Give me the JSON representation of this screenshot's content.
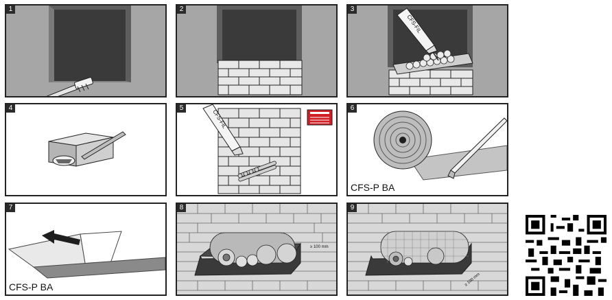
{
  "steps": [
    {
      "number": "1"
    },
    {
      "number": "2"
    },
    {
      "number": "3",
      "tube_label": "CFS-FIL"
    },
    {
      "number": "4"
    },
    {
      "number": "5",
      "tube_label": "CFS-FIL"
    },
    {
      "number": "6",
      "caption": "CFS-P BA"
    },
    {
      "number": "7",
      "caption": "CFS-P BA"
    },
    {
      "number": "8",
      "dimension": "≥ 100 mm"
    },
    {
      "number": "9",
      "dimension": "≥ 100 mm"
    }
  ],
  "colors": {
    "border": "#222222",
    "wall_gray": "#9a9a9a",
    "opening_dark": "#3c3c3c",
    "brand_red": "#d11f26"
  },
  "qr_icon": "qr-code-icon"
}
